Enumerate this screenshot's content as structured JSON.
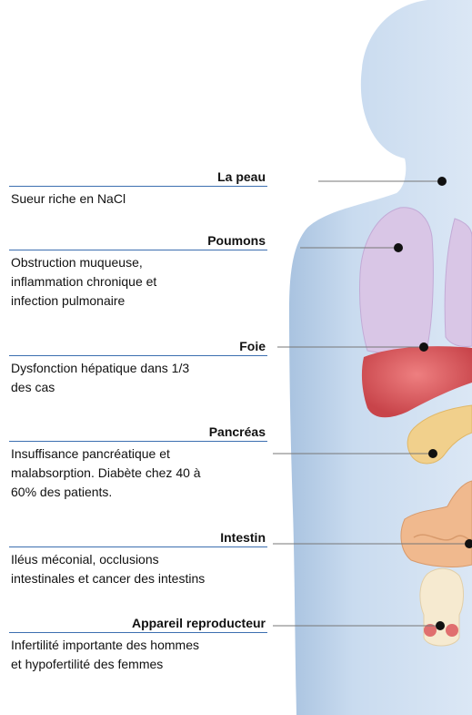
{
  "organs": [
    {
      "title": "La peau",
      "description": "Sueur riche en NaCl"
    },
    {
      "title": "Poumons",
      "description": "Obstruction muqueuse,\ninflammation chronique et\ninfection pulmonaire"
    },
    {
      "title": "Foie",
      "description": "Dysfonction hépatique dans 1/3\ndes cas"
    },
    {
      "title": "Pancréas",
      "description": "Insuffisance pancréatique et\nmalabsorption. Diabète chez 40 à\n60% des patients."
    },
    {
      "title": "Intestin",
      "description": "Iléus méconial, occlusions\nintestinales et cancer des intestins"
    },
    {
      "title": "Appareil reproducteur",
      "description": "Infertilité importante des hommes\net hypofertilité des femmes"
    }
  ],
  "colors": {
    "body": "#c9dbef",
    "lung": "#d9c6e6",
    "liver": "#d9575a",
    "pancreas": "#f1d08c",
    "intestine": "#f0b98e",
    "reproductive": "#f6ead0",
    "rule": "#3c6fb0"
  }
}
